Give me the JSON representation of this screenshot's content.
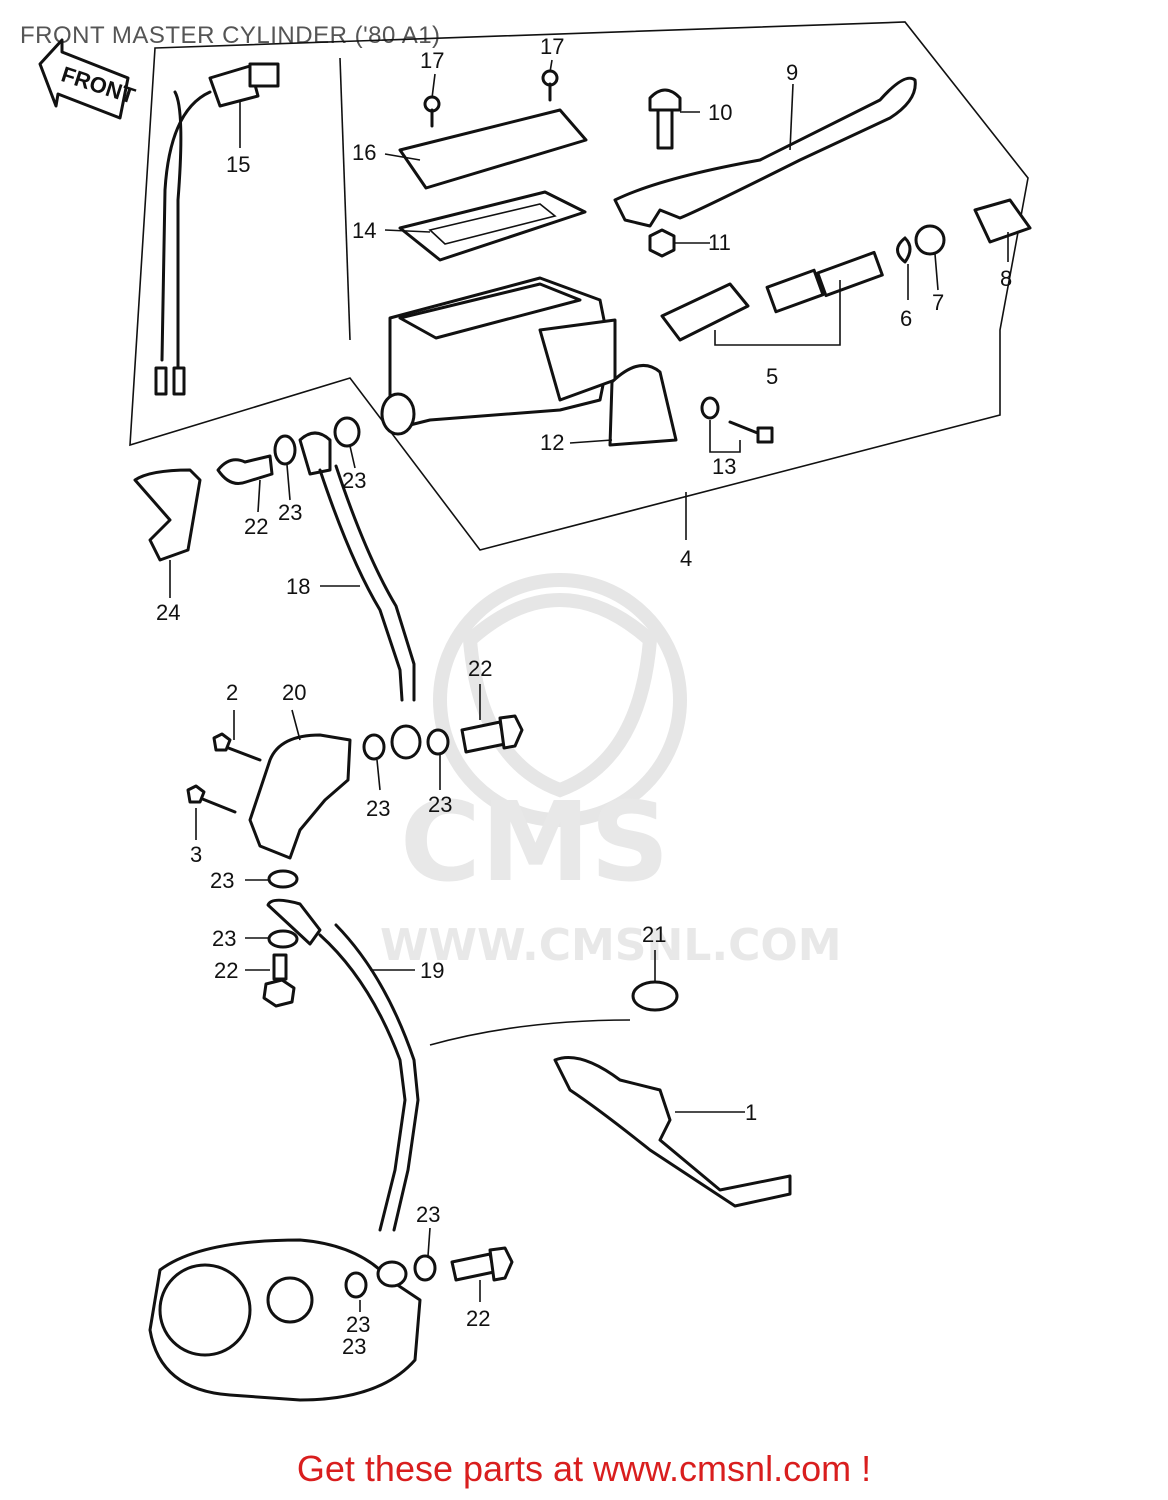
{
  "title": "FRONT MASTER CYLINDER ('80 A1)",
  "footer": "Get these parts at www.cmsnl.com !",
  "direction_sign": "FRONT",
  "watermark": {
    "brand": "CMS",
    "url": "WWW.CMSNL.COM"
  },
  "callouts": {
    "p1": "1",
    "p2": "2",
    "p3": "3",
    "p4": "4",
    "p5": "5",
    "p6": "6",
    "p7": "7",
    "p8": "8",
    "p9": "9",
    "p10": "10",
    "p11": "11",
    "p12": "12",
    "p13": "13",
    "p14": "14",
    "p15": "15",
    "p16": "16",
    "p17a": "17",
    "p17b": "17",
    "p18": "18",
    "p19": "19",
    "p20": "20",
    "p21": "21",
    "p22a": "22",
    "p22b": "22",
    "p22c": "22",
    "p22d": "22",
    "p23a": "23",
    "p23b": "23",
    "p23c": "23",
    "p23d": "23",
    "p23e": "23",
    "p23f": "23",
    "p23g": "23",
    "p23h": "23",
    "p23i": "23",
    "p24": "24"
  },
  "colors": {
    "footer": "#d91e1e",
    "title": "#555555",
    "lines": "#111111",
    "watermark": "#e6e6e6"
  }
}
